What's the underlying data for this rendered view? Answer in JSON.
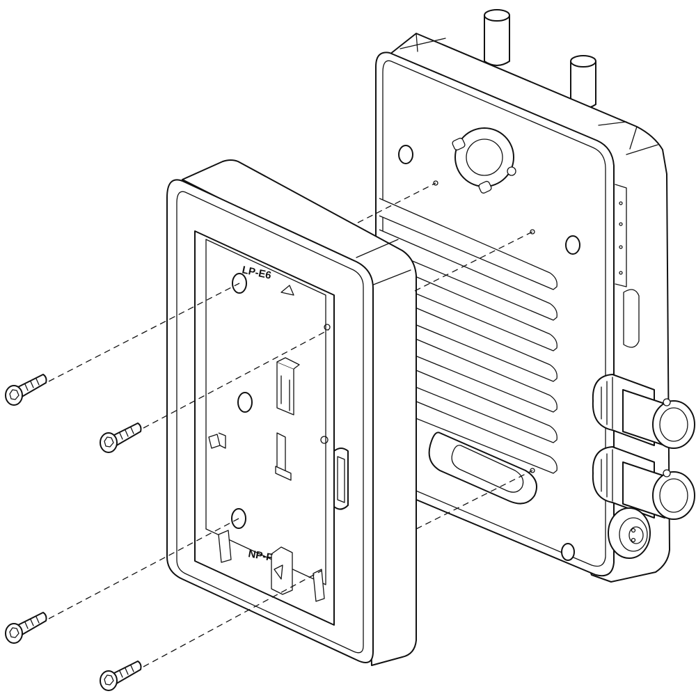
{
  "labels": {
    "battery_lpe6": "LP-E6",
    "battery_npf": "NP-F"
  },
  "colors": {
    "line": "#111111",
    "fill": "#ffffff"
  },
  "parts": {
    "screws": [
      "screw",
      "screw",
      "screw",
      "screw"
    ],
    "connectors": [
      "bnc-connector",
      "bnc-connector",
      "power-connector",
      "antenna",
      "antenna"
    ]
  }
}
